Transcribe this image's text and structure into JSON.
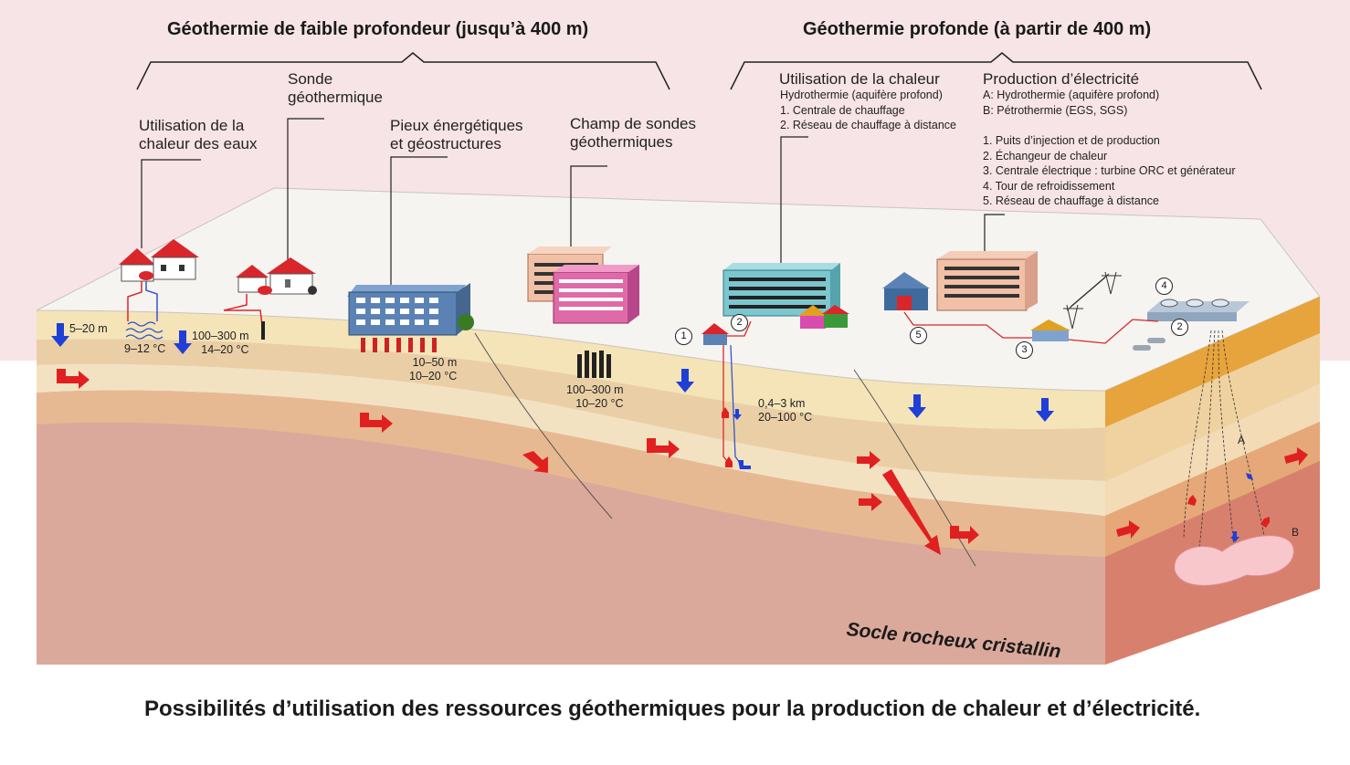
{
  "headers": {
    "shallow": "Géothermie de faible profondeur (jusqu’à 400 m)",
    "deep": "Géothermie profonde (à partir de 400 m)"
  },
  "labels": {
    "groundwater": "Utilisation de la\nchaleur des eaux",
    "probe": "Sonde\ngéothermique",
    "piles": "Pieux énergétiques\net géostructures",
    "probe_field": "Champ de sondes\ngéothermiques",
    "heat_use_title": "Utilisation de la chaleur",
    "heat_use_items": "Hydrothermie (aquifère profond)\n1. Centrale de chauffage\n2. Réseau de chauffage à distance",
    "electricity_title": "Production d’électricité",
    "electricity_items": "A: Hydrothermie (aquifère profond)\nB: Pétrothermie (EGS, SGS)",
    "electricity_list": "1. Puits d’injection et de production\n2. Échangeur de chaleur\n3. Centrale électrique : turbine ORC et générateur\n4. Tour de refroidissement\n5. Réseau de chauffage à distance"
  },
  "measurements": {
    "gw_depth": "5–20 m",
    "gw_temp": "9–12 °C",
    "probe": "100–300 m\n14–20 °C",
    "piles": "10–50 m\n10–20 °C",
    "field": "100–300 m\n10–20 °C",
    "hydro": "0,4–3 km\n20–100 °C"
  },
  "numbers": {
    "n1": "1",
    "n2a": "2",
    "n5": "5",
    "n3": "3",
    "n4": "4",
    "n2b": "2"
  },
  "letters": {
    "a": "A",
    "b": "B"
  },
  "socle": "Socle rocheux cristallin",
  "caption": "Possibilités d’utilisation des ressources géothermiques pour la production de chaleur et d’électricité.",
  "colors": {
    "band": "#f7e4e6",
    "surface": "#f6f4f0",
    "layer1": "#f5e4b8",
    "layer2": "#eacfa6",
    "layer3": "#f2e2c2",
    "layer4": "#e7b993",
    "bedrock": "#dba99b",
    "side_top": "#e7a43c",
    "warm_arrow": "#e02020",
    "cold_arrow": "#1f3fd6",
    "building_blue": "#5b82b4",
    "building_pink": "#e06aa8",
    "building_salmon": "#f1c0a6",
    "building_teal": "#7cc6d0",
    "roof_red": "#d9262b"
  },
  "icons": [
    "warm-flow-arrow-icon",
    "cold-flow-arrow-icon",
    "house-icon",
    "apartment-building-icon",
    "power-pylon-icon",
    "cooling-tower-icon",
    "fracture-zone-icon"
  ]
}
